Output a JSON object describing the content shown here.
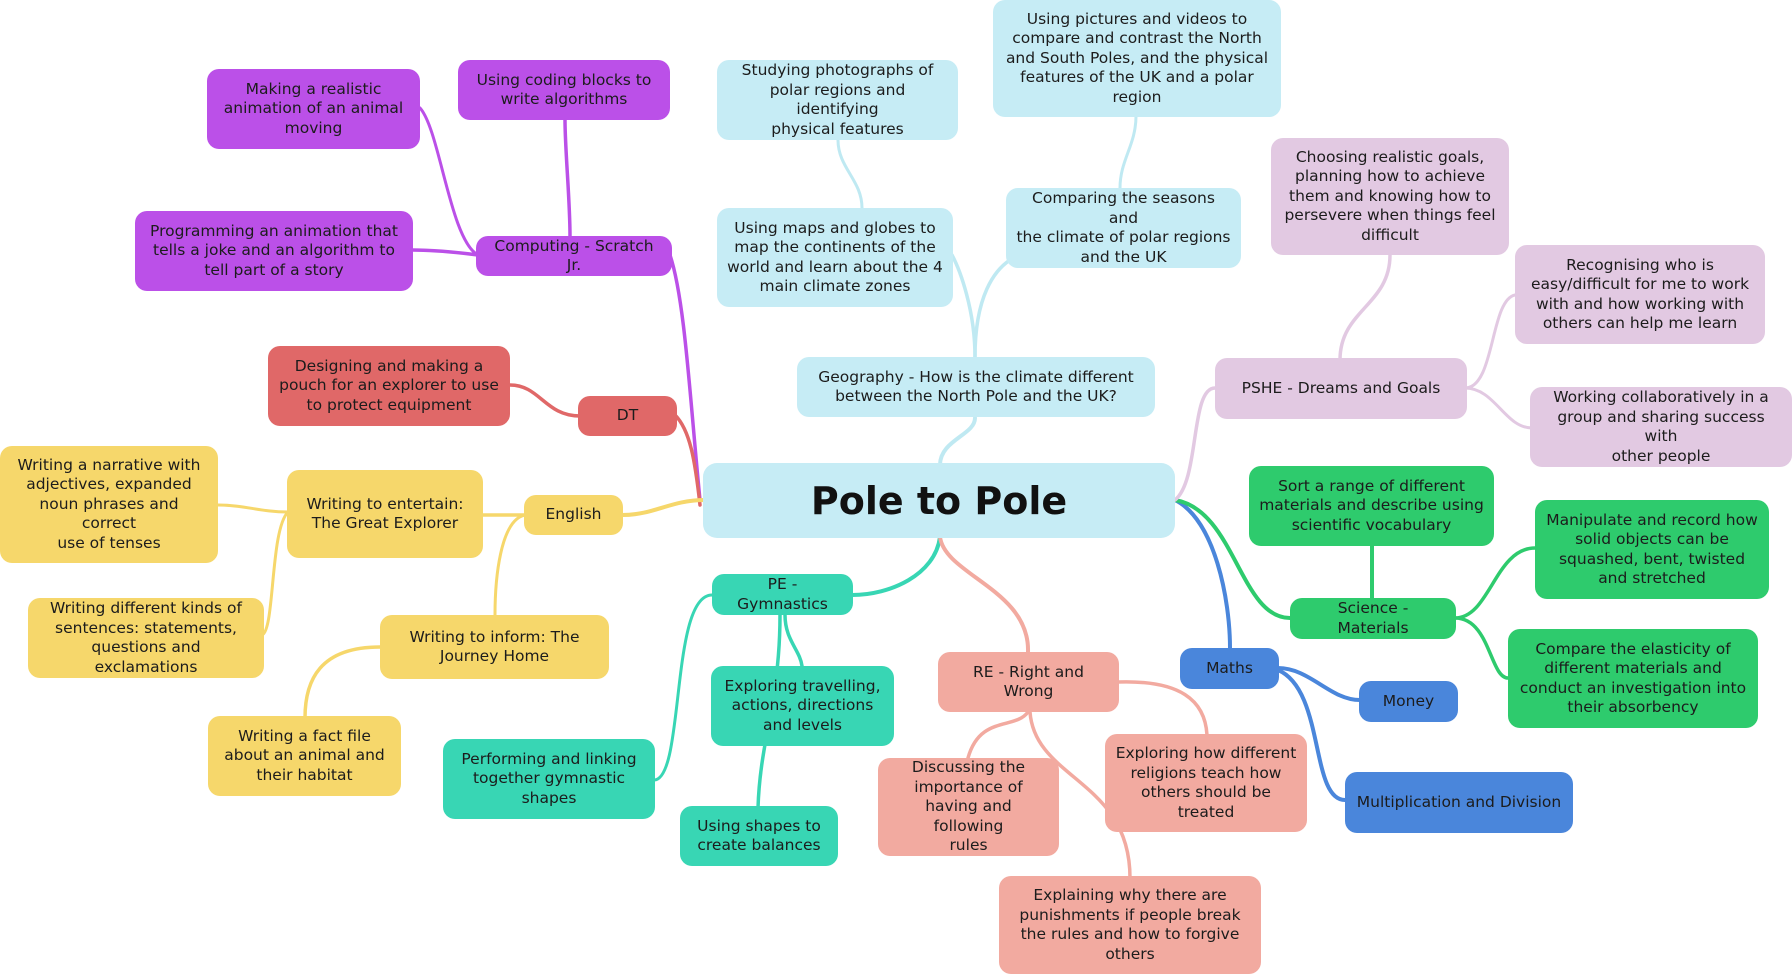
{
  "title": "Pole to Pole",
  "colors": {
    "geography": "#c6ecf5",
    "geography_line": "#bfe9f2",
    "computing": "#bb50e8",
    "dt": "#e06868",
    "english": "#f6d76b",
    "pe": "#38d6b4",
    "re": "#f2aaa0",
    "maths": "#4a86db",
    "science": "#2ecb6d",
    "pshe": "#e2c9e2"
  },
  "branches": {
    "geography": {
      "label": "Geography - How is the climate different\nbetween the North Pole and the UK?",
      "maps": "Using maps and globes to\nmap the continents of the\nworld and learn about the 4\nmain climate zones",
      "photos": "Studying photographs of\npolar regions and identifying\nphysical features",
      "seasons": "Comparing the seasons and\nthe climate of polar regions\nand the UK",
      "pictures": "Using pictures and videos to\ncompare and contrast the North\nand South Poles, and the physical\nfeatures of the UK and a polar\nregion"
    },
    "computing": {
      "label": "Computing - Scratch Jr.",
      "coding": "Using coding blocks to\nwrite algorithms",
      "animation": "Making a realistic\nanimation of an animal\nmoving",
      "joke": "Programming an animation that\ntells a joke and an algorithm to\ntell part of a story"
    },
    "dt": {
      "label": "DT",
      "pouch": "Designing and making a\npouch for an explorer to use\nto protect equipment"
    },
    "english": {
      "label": "English",
      "entertain": "Writing to entertain:\nThe Great Explorer",
      "narrative": "Writing a narrative with\nadjectives, expanded\nnoun phrases and correct\nuse of tenses",
      "sentences": "Writing different kinds of\nsentences: statements,\nquestions and exclamations",
      "inform": "Writing to inform: The\nJourney Home",
      "factfile": "Writing a fact file\nabout an animal and\ntheir habitat"
    },
    "pe": {
      "label": "PE - Gymnastics",
      "travelling": "Exploring travelling,\nactions, directions\nand levels",
      "balances": "Using shapes to\ncreate balances",
      "performing": "Performing and linking\ntogether gymnastic\nshapes"
    },
    "re": {
      "label": "RE - Right and Wrong",
      "rules": "Discussing the\nimportance of\nhaving and following\nrules",
      "religions": "Exploring how different\nreligions teach how\nothers should be\ntreated",
      "punishments": "Explaining why there are\npunishments if people break\nthe rules and how to forgive\nothers"
    },
    "maths": {
      "label": "Maths",
      "money": "Money",
      "multiplication": "Multiplication and Division"
    },
    "science": {
      "label": "Science - Materials",
      "sort": "Sort a range of different\nmaterials and describe using\nscientific vocabulary",
      "manipulate": "Manipulate and record how\nsolid objects can be\nsquashed, bent, twisted\nand stretched",
      "elasticity": "Compare the elasticity of\ndifferent materials and\nconduct an investigation into\ntheir absorbency"
    },
    "pshe": {
      "label": "PSHE - Dreams and Goals",
      "goals": "Choosing realistic goals,\nplanning how to achieve\nthem and knowing how to\npersevere when things feel\ndifficult",
      "recognising": "Recognising who is\neasy/difficult for me to work\nwith and how working with\nothers can help me learn",
      "collaborative": "Working collaboratively in a\ngroup and sharing success with\nother people"
    }
  }
}
